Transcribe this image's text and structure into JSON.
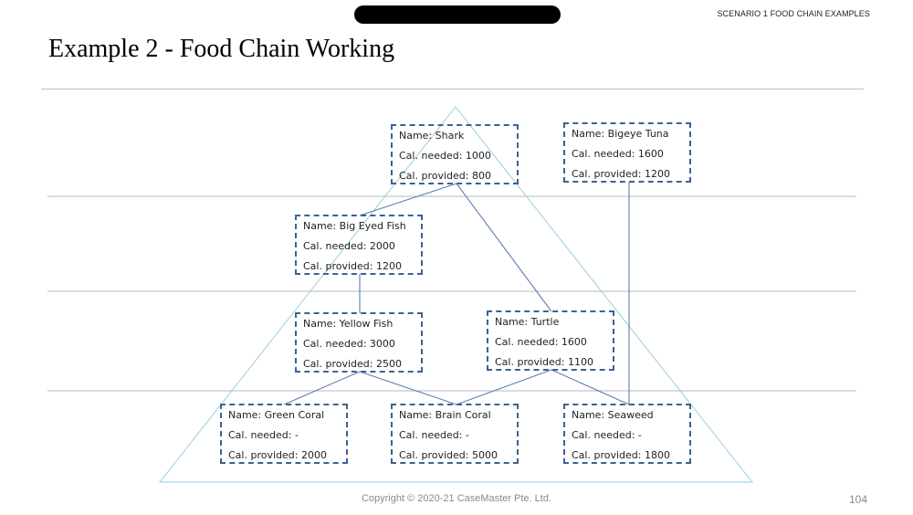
{
  "header": {
    "section": "SCENARIO 1 FOOD CHAIN EXAMPLES",
    "title": "Example 2 - Food Chain Working"
  },
  "diagram": {
    "nodes": [
      {
        "id": "shark",
        "name": "Name: Shark",
        "needed": "Cal. needed: 1000",
        "provided": "Cal. provided: 800"
      },
      {
        "id": "bigeye-tuna",
        "name": "Name: Bigeye Tuna",
        "needed": "Cal. needed: 1600",
        "provided": "Cal. provided: 1200"
      },
      {
        "id": "big-eyed-fish",
        "name": "Name: Big Eyed Fish",
        "needed": "Cal. needed: 2000",
        "provided": "Cal. provided: 1200"
      },
      {
        "id": "yellow-fish",
        "name": "Name: Yellow Fish",
        "needed": "Cal. needed: 3000",
        "provided": "Cal. provided: 2500"
      },
      {
        "id": "turtle",
        "name": "Name: Turtle",
        "needed": "Cal. needed: 1600",
        "provided": "Cal. provided: 1100"
      },
      {
        "id": "green-coral",
        "name": "Name: Green Coral",
        "needed": "Cal. needed: -",
        "provided": "Cal. provided: 2000"
      },
      {
        "id": "brain-coral",
        "name": "Name: Brain Coral",
        "needed": "Cal. needed: -",
        "provided": "Cal. provided: 5000"
      },
      {
        "id": "seaweed",
        "name": "Name: Seaweed",
        "needed": "Cal. needed: -",
        "provided": "Cal. provided: 1800"
      }
    ],
    "edges": [
      {
        "from": "shark",
        "to": "big-eyed-fish"
      },
      {
        "from": "shark",
        "to": "turtle"
      },
      {
        "from": "bigeye-tuna",
        "to": "seaweed"
      },
      {
        "from": "big-eyed-fish",
        "to": "yellow-fish"
      },
      {
        "from": "yellow-fish",
        "to": "green-coral"
      },
      {
        "from": "yellow-fish",
        "to": "brain-coral"
      },
      {
        "from": "turtle",
        "to": "brain-coral"
      },
      {
        "from": "turtle",
        "to": "seaweed"
      }
    ]
  },
  "footer": {
    "copyright": "Copyright © 2020-21 CaseMaster Pte. Ltd.",
    "page_number": "104"
  }
}
